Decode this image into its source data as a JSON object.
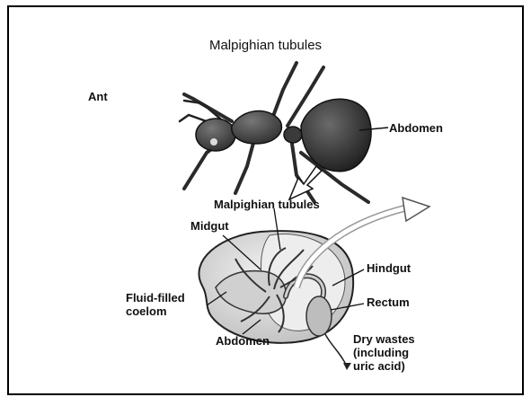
{
  "slide": {
    "title": "Malpighian tubules",
    "subject_label": "Ant"
  },
  "figure": {
    "labels": {
      "abdomen_top": "Abdomen",
      "malpighian": "Malpighian tubules",
      "midgut": "Midgut",
      "hindgut": "Hindgut",
      "rectum": "Rectum",
      "coelom_line1": "Fluid-filled",
      "coelom_line2": "coelom",
      "abdomen_bottom": "Abdomen",
      "wastes_line1": "Dry wastes",
      "wastes_line2": "(including",
      "wastes_line3": "uric acid)"
    }
  },
  "colors": {
    "ink": "#111111",
    "body_dark": "#2e2e2e",
    "body_mid": "#5a5a5a",
    "tissue_light": "#d9d9d9",
    "background": "#ffffff"
  }
}
